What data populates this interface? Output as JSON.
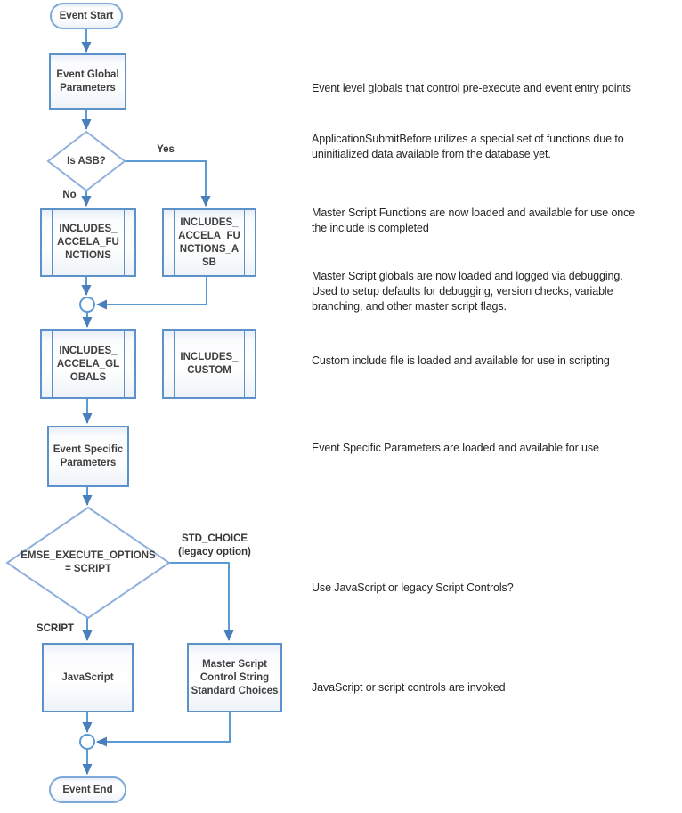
{
  "flowchart": {
    "nodes": {
      "start": {
        "label": "Event Start"
      },
      "event_global": {
        "label": "Event Global\nParameters"
      },
      "is_asb": {
        "label": "Is ASB?"
      },
      "includes_accela_functions": {
        "label": "INCLUDES_\nACCELA_FU\nNCTIONS"
      },
      "includes_accela_functions_asb": {
        "label": "INCLUDES_\nACCELA_FU\nNCTIONS_A\nSB"
      },
      "includes_accela_globals": {
        "label": "INCLUDES_\nACCELA_GL\nOBALS"
      },
      "includes_custom": {
        "label": "INCLUDES_\nCUSTOM"
      },
      "event_specific": {
        "label": "Event Specific\nParameters"
      },
      "emse_execute_options": {
        "label": "EMSE_EXECUTE_OPTIONS\n= SCRIPT"
      },
      "javascript": {
        "label": "JavaScript"
      },
      "master_script": {
        "label": "Master Script\nControl String\nStandard Choices"
      },
      "end": {
        "label": "Event End"
      }
    },
    "edge_labels": {
      "yes": "Yes",
      "no": "No",
      "script": "SCRIPT",
      "std_choice": "STD_CHOICE\n(legacy option)"
    }
  },
  "annotations": [
    "Event level globals that control pre-execute and event entry points",
    "ApplicationSubmitBefore utilizes a special set of functions due to\nuninitialized data available from the database yet.",
    "Master Script Functions are now loaded and available for use once\nthe include is completed",
    "Master Script globals are now loaded and logged via debugging.\nUsed to setup defaults for debugging, version checks, variable\nbranching, and other master script flags.",
    "Custom include file is loaded and available for use in scripting",
    "Event Specific Parameters are loaded and available for use",
    "Use JavaScript or legacy Script Controls?",
    "JavaScript or script controls are invoked"
  ],
  "colors": {
    "connector": "#5b9bd5",
    "arrowhead": "#4a7fbe",
    "box_border": "#5c91ca",
    "diamond_border": "#8fb0dd",
    "stadium_border": "#7da9d8",
    "shape_text": "#3f3f3f",
    "annotation_text": "#252525",
    "background": "#ffffff"
  }
}
